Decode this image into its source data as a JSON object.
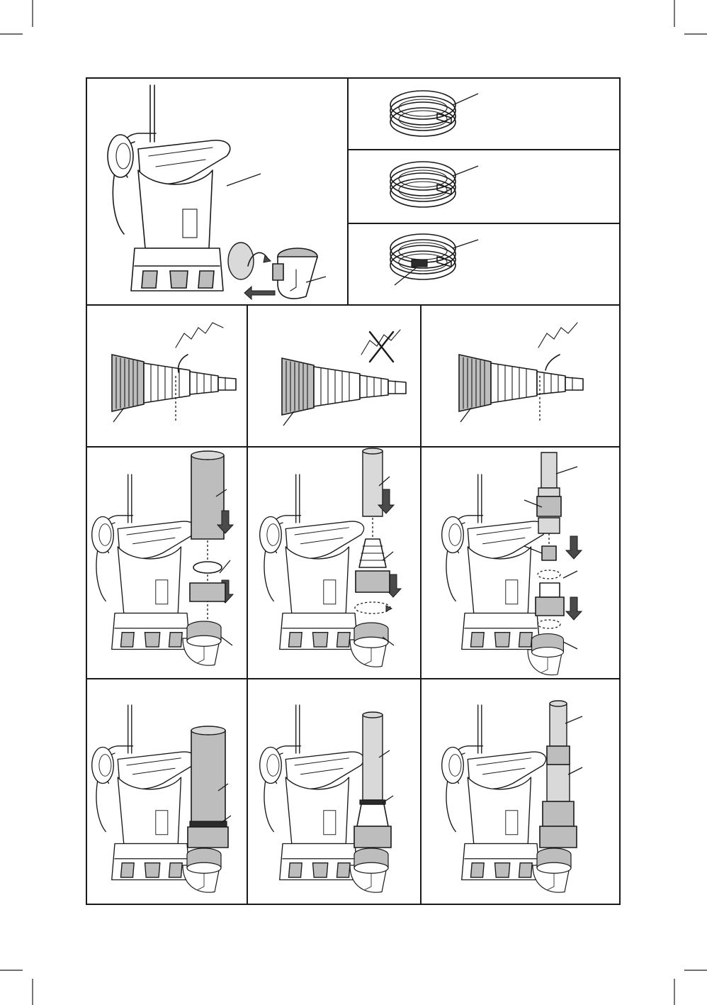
{
  "figure": {
    "panels": [
      {
        "id": "pump-adapter",
        "content": "pump-with-adapter"
      },
      {
        "id": "hose-1",
        "content": "hose-coil"
      },
      {
        "id": "hose-2",
        "content": "hose-coil"
      },
      {
        "id": "hose-3",
        "content": "hose-coil-with-clamp"
      },
      {
        "id": "cut-left",
        "content": "adapter-cut-position"
      },
      {
        "id": "cut-wrong",
        "content": "adapter-cut-wrong"
      },
      {
        "id": "cut-right",
        "content": "adapter-cut-position"
      },
      {
        "id": "assemble-1",
        "content": "pump-assembly-large-hose"
      },
      {
        "id": "assemble-2",
        "content": "pump-assembly-medium-hose"
      },
      {
        "id": "assemble-3",
        "content": "pump-assembly-garden-connector"
      },
      {
        "id": "result-1",
        "content": "pump-result-large-hose"
      },
      {
        "id": "result-2",
        "content": "pump-result-medium-hose"
      },
      {
        "id": "result-3",
        "content": "pump-result-garden-connector"
      }
    ],
    "icons": [
      "pump-icon",
      "hose-coil-icon",
      "adapter-icon",
      "cross-out-icon",
      "rotate-arrow-icon",
      "push-arrow-icon"
    ],
    "colors": {
      "line": "#1a1a1a",
      "fill_grey": "#bdbdbd",
      "arrow_grey": "#4a4a4a"
    }
  }
}
